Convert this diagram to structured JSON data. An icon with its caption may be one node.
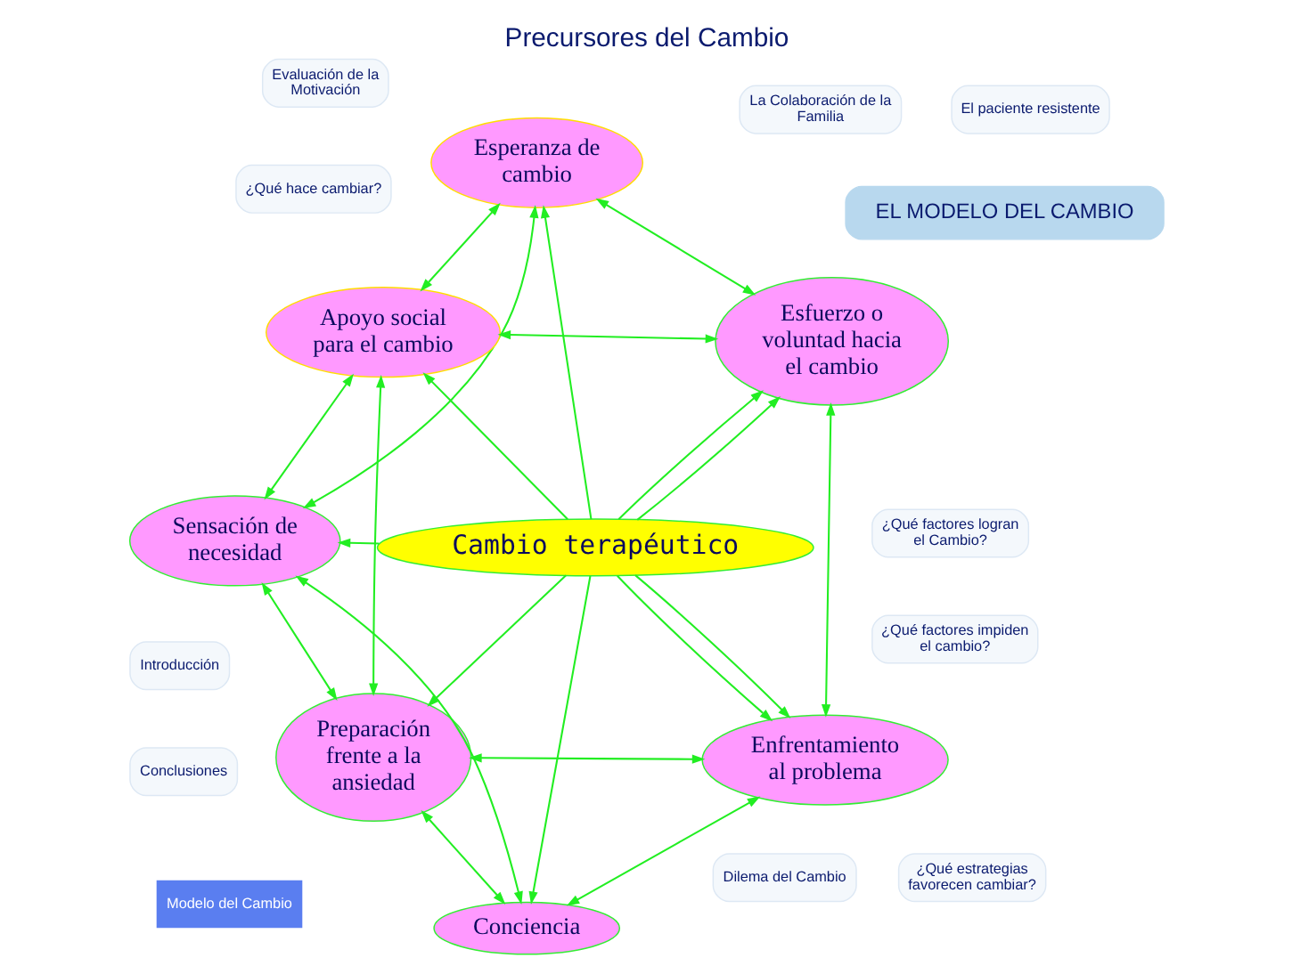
{
  "diagram": {
    "title": "Precursores del Cambio",
    "nodes": [
      {
        "text": [
          "Introducción"
        ]
      },
      {
        "text": [
          "¿Qué factores logran el Cambio?"
        ]
      },
      {
        "text": [
          "¿Qué hace cambiar?"
        ]
      },
      {
        "text": [
          "¿Qué factores impiden el cambio?"
        ]
      },
      {
        "text": [
          "Dilema del Cambio"
        ]
      },
      {
        "text": [
          "¿Qué estrategias favorecen cambiar?"
        ]
      },
      {
        "text": [
          "Evaluación de la Motivación"
        ]
      },
      {
        "text": [
          "El paciente resistente"
        ]
      },
      {
        "text": [
          "La Colaboración de la Familia"
        ]
      },
      {
        "text": [
          "Conclusiones"
        ]
      },
      {
        "text": [
          "EL MODELO DEL CAMBIO"
        ]
      },
      {
        "text": [
          "Sensación de necesidad"
        ]
      },
      {
        "text": [
          "Apoyo social para el cambio"
        ]
      },
      {
        "text": [
          "Preparación frente a la ansiedad"
        ]
      },
      {
        "text": [
          "Cambio terapéutico"
        ]
      },
      {
        "text": [
          "Esperanza de cambio"
        ]
      },
      {
        "text": [
          "Conciencia"
        ]
      },
      {
        "text": [
          "Esfuerzo o voluntad hacia el cambio"
        ]
      },
      {
        "text": [
          "Enfrentamiento al problema"
        ]
      }
    ],
    "edges": [
      {
        "from": 12,
        "to": 11,
        "arrow": "both"
      },
      {
        "from": 11,
        "to": 13,
        "arrow": "both"
      },
      {
        "from": 13,
        "to": 16,
        "arrow": "both"
      },
      {
        "from": 16,
        "to": 18,
        "arrow": "both"
      },
      {
        "from": 17,
        "to": 18,
        "arrow": "both"
      },
      {
        "from": 15,
        "to": 17,
        "arrow": "both"
      },
      {
        "from": 12,
        "to": 15,
        "arrow": "both"
      },
      {
        "from": 12,
        "to": 13,
        "arrow": "both"
      },
      {
        "from": 11,
        "to": 15,
        "arrow": "both"
      },
      {
        "from": 12,
        "to": 17,
        "arrow": "both"
      },
      {
        "from": 11,
        "to": 16,
        "arrow": "both"
      },
      {
        "from": 13,
        "to": 18,
        "arrow": "both"
      },
      {
        "from": 14,
        "to": 11,
        "arrow": "to"
      },
      {
        "from": 14,
        "to": 12,
        "arrow": "to"
      },
      {
        "from": 14,
        "to": 13,
        "arrow": "to"
      },
      {
        "from": 14,
        "to": 16,
        "arrow": "to"
      },
      {
        "from": 14,
        "to": 15,
        "arrow": "to"
      },
      {
        "from": 14,
        "to": 17,
        "arrow": "to"
      },
      {
        "from": 14,
        "to": 17,
        "arrow": "to"
      },
      {
        "from": 14,
        "to": 18,
        "arrow": "to"
      },
      {
        "from": 14,
        "to": 18,
        "arrow": "to"
      }
    ],
    "labels": [
      "Modelo del Cambio"
    ]
  }
}
